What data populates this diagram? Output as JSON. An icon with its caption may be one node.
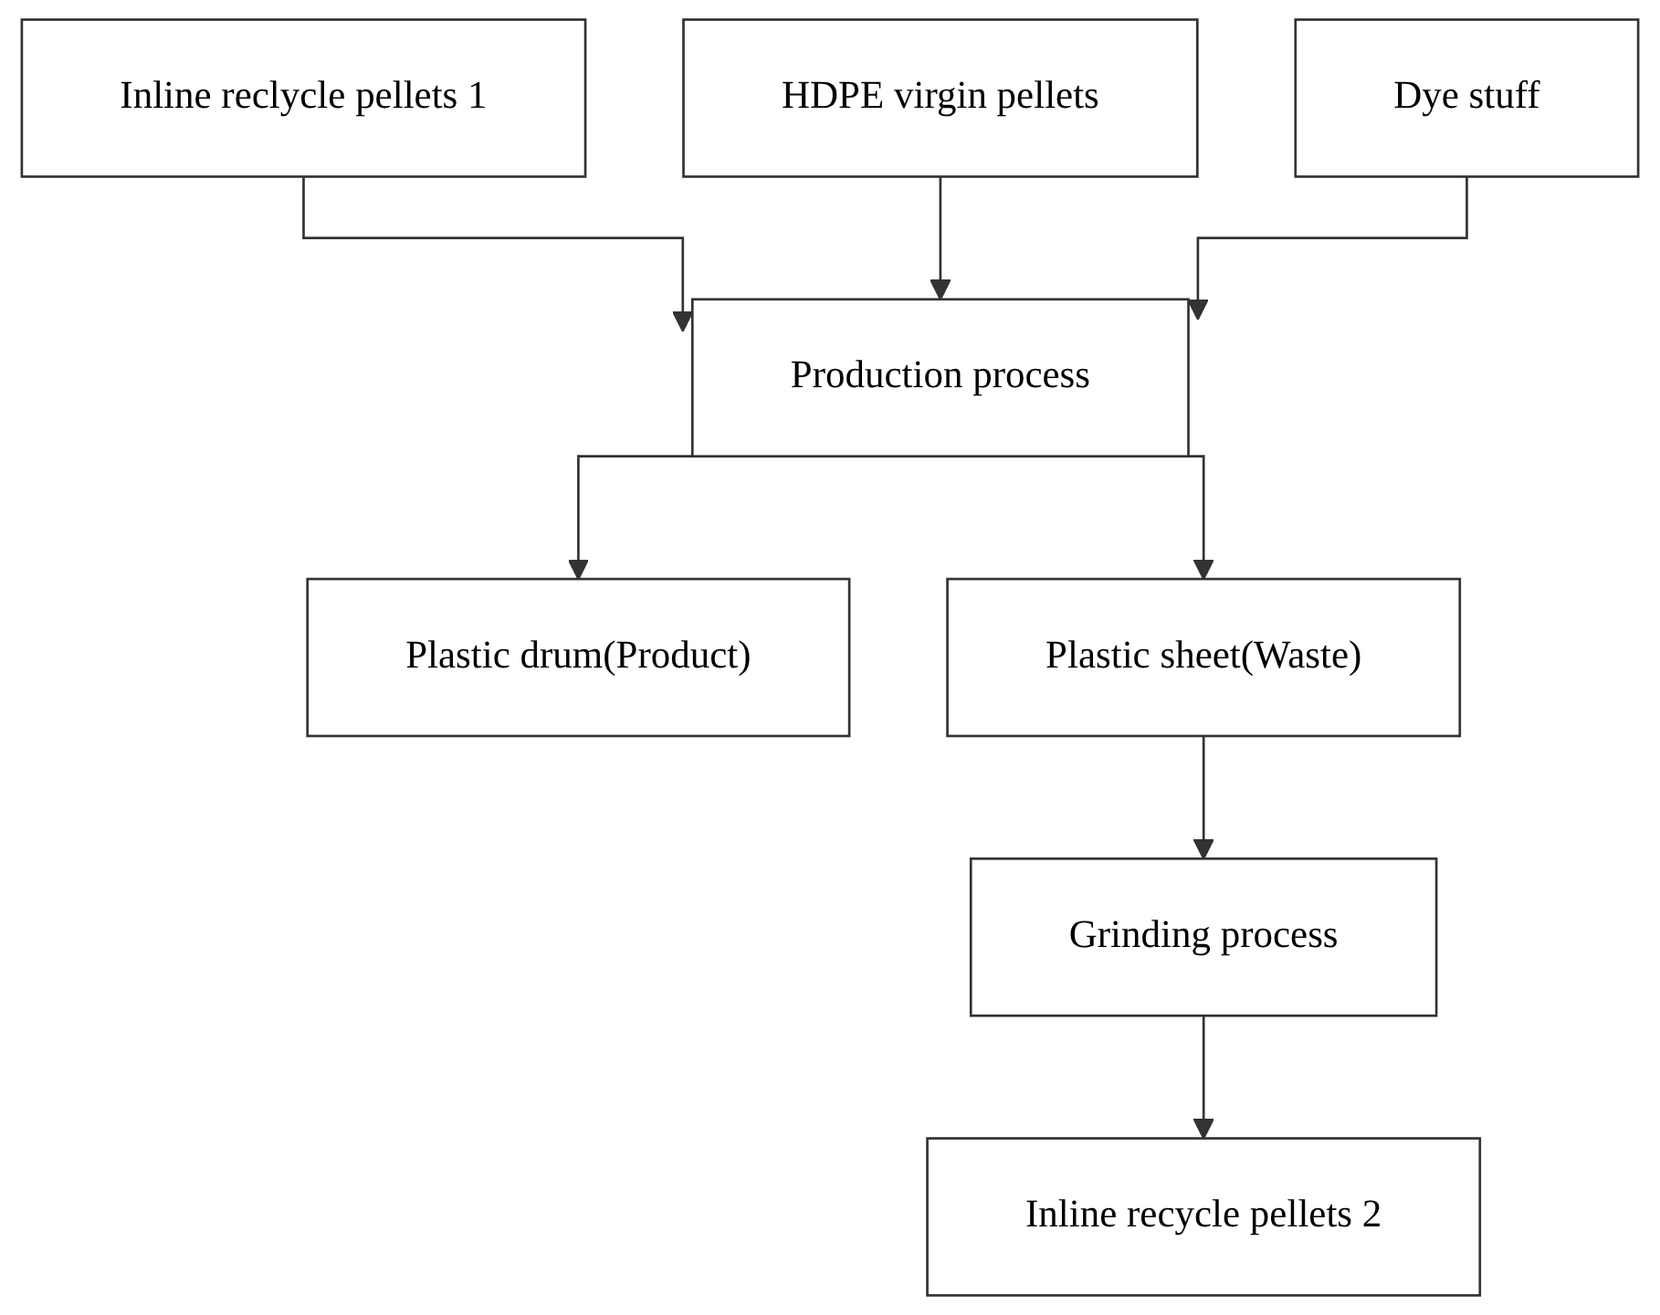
{
  "diagram": {
    "nodes": [
      {
        "text": [
          "Inline reclycle pellets 1"
        ]
      },
      {
        "text": [
          "HDPE virgin pellets"
        ]
      },
      {
        "text": [
          "Dye stuff"
        ]
      },
      {
        "text": [
          "Production process"
        ]
      },
      {
        "text": [
          "Plastic drum(Product)"
        ]
      },
      {
        "text": [
          "Plastic sheet(Waste)"
        ]
      },
      {
        "text": [
          "Grinding process"
        ]
      },
      {
        "text": [
          "Inline recycle pellets 2"
        ]
      }
    ],
    "edges": [
      {
        "from": 0,
        "to": 3,
        "arrow": "to"
      },
      {
        "from": 1,
        "to": 3,
        "arrow": "to"
      },
      {
        "from": 2,
        "to": 3,
        "arrow": "to"
      },
      {
        "from": 3,
        "to": 4,
        "arrow": "to"
      },
      {
        "from": 3,
        "to": 5,
        "arrow": "to"
      },
      {
        "from": 5,
        "to": 6,
        "arrow": "to"
      },
      {
        "from": 6,
        "to": 7,
        "arrow": "to"
      }
    ]
  }
}
